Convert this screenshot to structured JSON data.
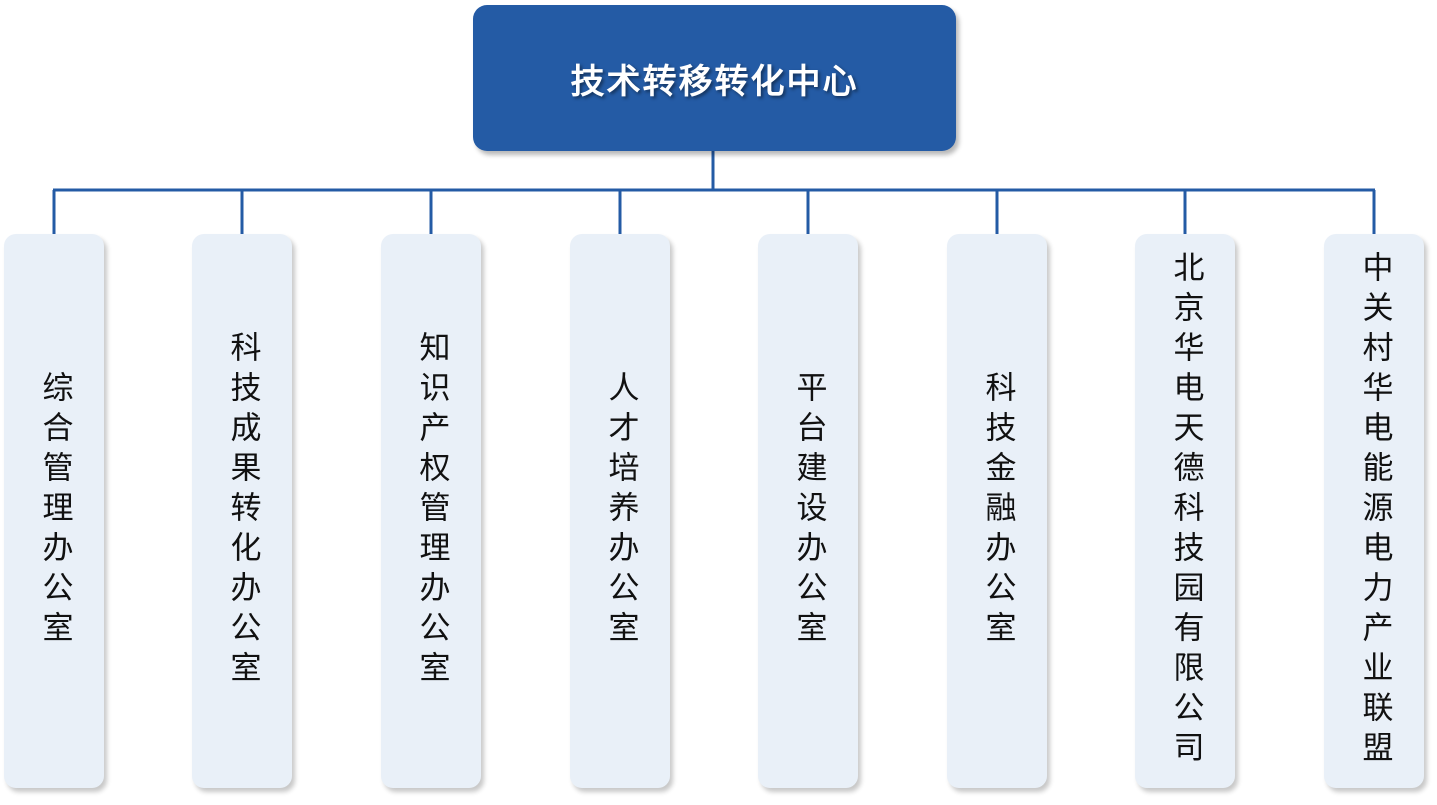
{
  "diagram": {
    "root": {
      "label": "技术转移转化中心"
    },
    "children": [
      {
        "label": "综合管理办公室"
      },
      {
        "label": "科技成果转化办公室"
      },
      {
        "label": "知识产权管理办公室"
      },
      {
        "label": "人才培养办公室"
      },
      {
        "label": "平台建设办公室"
      },
      {
        "label": "科技金融办公室"
      },
      {
        "label": "北京华电天德科技园有限公司"
      },
      {
        "label": "中关村华电能源电力产业联盟"
      }
    ],
    "colors": {
      "root_fill": "#245ba5",
      "child_fill": "#e9f0f8",
      "connector": "#245ba5"
    }
  }
}
